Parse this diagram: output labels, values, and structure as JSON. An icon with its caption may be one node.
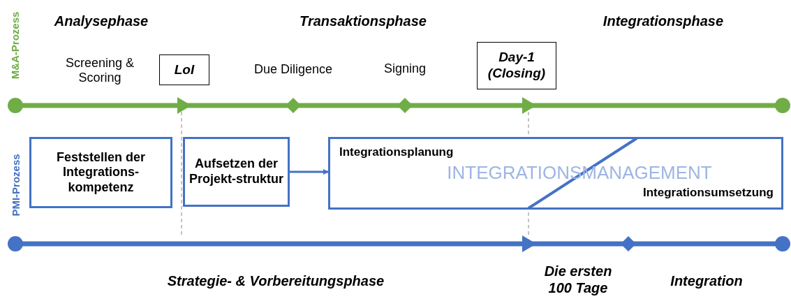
{
  "diagram": {
    "nodes": [
      {
        "text": [
          "LoI"
        ]
      },
      {
        "text": [
          "Day-1 (Closing)"
        ]
      },
      {
        "text": [
          "Feststellen der Integrations-kompetenz"
        ]
      },
      {
        "text": [
          "Aufsetzen der Projekt-struktur"
        ]
      },
      {
        "text": [
          "Integrationsplanung",
          "INTEGRATIONSMANAGEMENT",
          "Integrationsumsetzung"
        ]
      }
    ],
    "edges": [
      {
        "from": 3,
        "to": 4,
        "arrow": "to"
      }
    ],
    "labels": [
      "M&A-Prozess",
      "Analysephase",
      "Transaktionsphase",
      "Integrationsphase",
      "Screening & Scoring",
      "Due Diligence",
      "Signing",
      "PMI-Prozess",
      "Strategie- & Vorbereitungsphase",
      "Die ersten 100 Tage",
      "Integration"
    ]
  }
}
